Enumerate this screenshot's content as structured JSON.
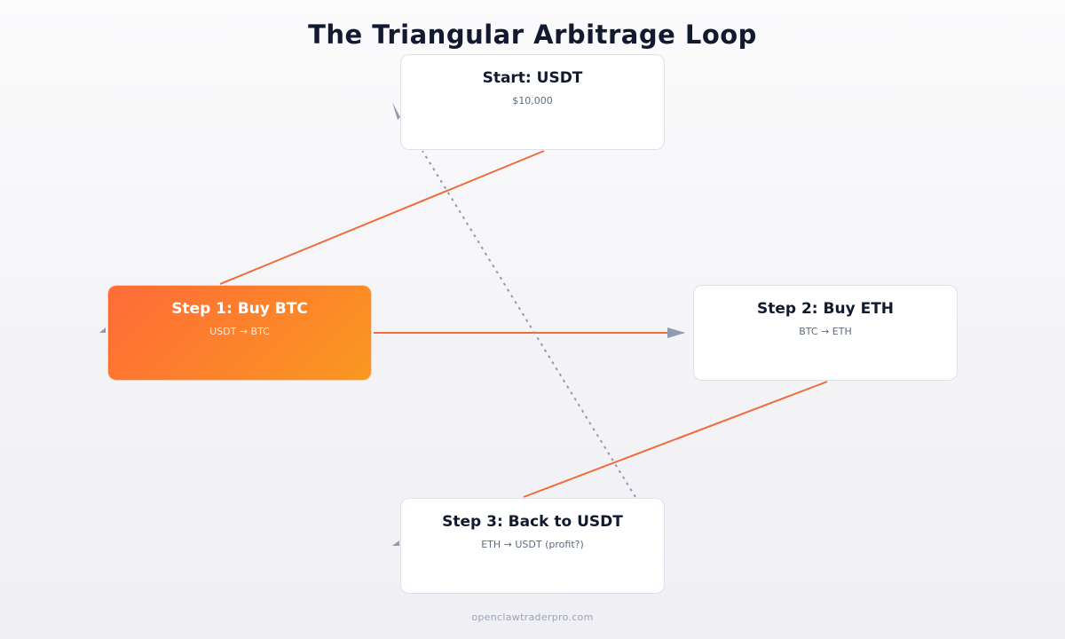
{
  "title": "The Triangular Arbitrage Loop",
  "nodes": {
    "start": {
      "label": "Start: USDT",
      "sub": "$10,000"
    },
    "step1": {
      "label": "Step 1: Buy BTC",
      "sub": "USDT → BTC"
    },
    "step2": {
      "label": "Step 2: Buy ETH",
      "sub": "BTC → ETH"
    },
    "step3": {
      "label": "Step 3: Back to USDT",
      "sub": "ETH → USDT (profit?)"
    }
  },
  "footer": "openclawtraderpro.com",
  "colors": {
    "accent": "#f26b3a",
    "arrow": "#8e9bb0",
    "loop": "#8e9bb0"
  }
}
